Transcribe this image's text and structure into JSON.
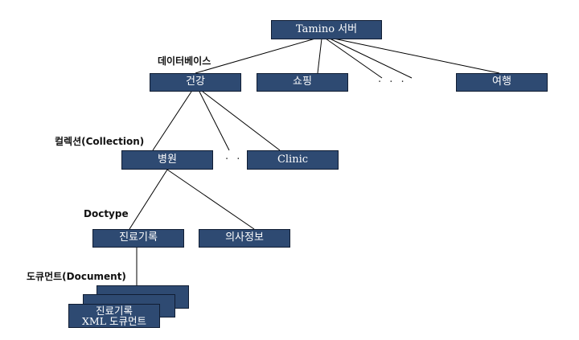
{
  "diagram": {
    "nodes": {
      "server": "Tamino 서버",
      "db_health": "건강",
      "db_shopping": "쇼핑",
      "db_travel": "여행",
      "coll_hospital": "병원",
      "coll_clinic": "Clinic",
      "doctype_records": "진료기록",
      "doctype_doctor": "의사정보",
      "doc_line1": "진료기록",
      "doc_line2": "XML 도큐먼트"
    },
    "ellipsis": "· · ·",
    "labels": {
      "database": "데이터베이스",
      "collection": "컬렉션(Collection)",
      "doctype": "Doctype",
      "document": "도큐먼트(Document)"
    }
  }
}
